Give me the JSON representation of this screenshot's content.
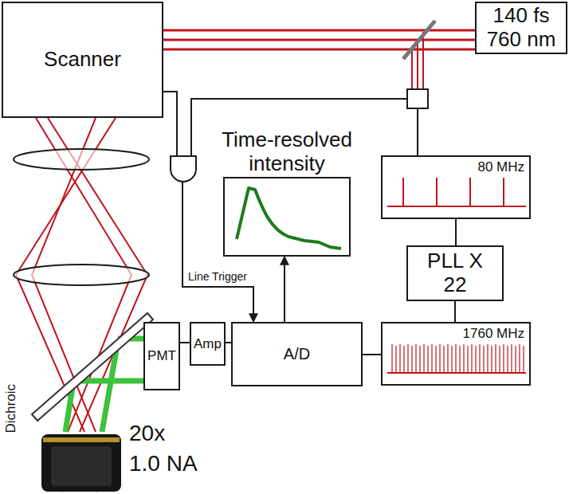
{
  "diagram": {
    "nodes": [
      {
        "text": [
          "Scanner"
        ]
      },
      {
        "text": [
          "140 fs 760 nm"
        ]
      },
      {
        "text": [
          "Time-resolved intensity"
        ]
      },
      {
        "text": [
          "80 MHz"
        ]
      },
      {
        "text": [
          "PLL X 22"
        ]
      },
      {
        "text": [
          "A/D"
        ]
      },
      {
        "text": [
          "1760 MHz"
        ]
      },
      {
        "text": [
          "PMT"
        ]
      },
      {
        "text": [
          "Amp"
        ]
      }
    ],
    "edges": [
      {
        "from": 1,
        "to": 0,
        "arrow": "none"
      },
      {
        "from": 0,
        "to": 5,
        "arrow": "to",
        "label": "Line Trigger"
      },
      {
        "from": 5,
        "to": 2,
        "arrow": "to"
      },
      {
        "from": 3,
        "to": 4,
        "arrow": "none"
      },
      {
        "from": 4,
        "to": 6,
        "arrow": "none"
      },
      {
        "from": 6,
        "to": 5,
        "arrow": "none"
      },
      {
        "from": 7,
        "to": 8,
        "arrow": "none"
      },
      {
        "from": 8,
        "to": 5,
        "arrow": "none"
      }
    ],
    "labels": [
      "Dichroic",
      "20x",
      "1.0 NA"
    ]
  }
}
